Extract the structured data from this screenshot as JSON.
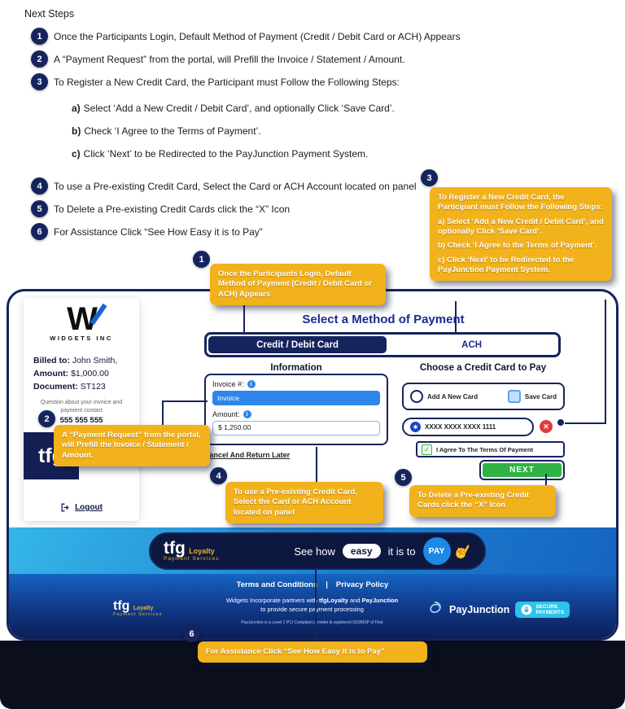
{
  "header": {
    "title": "Next Steps"
  },
  "steps": [
    {
      "num": "1",
      "text": "Once the Participants Login, Default Method of Payment (Credit / Debit Card or ACH) Appears"
    },
    {
      "num": "2",
      "text": "A “Payment Request” from the portal, will Prefill the Invoice / Statement / Amount."
    },
    {
      "num": "3",
      "text": "To Register a New Credit Card, the Participant must Follow the Following Steps:"
    },
    {
      "num": "4",
      "text": "To use a Pre-existing Credit Card, Select the Card or ACH Account located on panel"
    },
    {
      "num": "5",
      "text": "To Delete a Pre-existing Credit Cards click the “X” Icon"
    },
    {
      "num": "6",
      "text": "For Assistance Click “See How Easy it is to Pay”"
    }
  ],
  "substeps": [
    {
      "label": "a)",
      "text": "Select ‘Add a New Credit / Debit Card’, and optionally Click ‘Save Card’."
    },
    {
      "label": "b)",
      "text": "Check ‘I Agree to the Terms of Payment’."
    },
    {
      "label": "c)",
      "text": "Click ‘Next’ to be Redirected to the PayJunction Payment System."
    }
  ],
  "callouts": {
    "c1": {
      "num": "1",
      "text": "Once the Participants Login, Default Method of Payment (Credit / Debit Card or ACH) Appears"
    },
    "c2": {
      "num": "2",
      "text": "A “Payment Request” from the portal, will Prefill the Invoice / Statement / Amount."
    },
    "c3": {
      "num": "3",
      "p1": "To Register a New Credit Card, the Participant must Follow the Following Steps:",
      "p2": "a) Select ‘Add a New Credit / Debit Card’, and optionally Click ‘Save Card’.",
      "p3": "b) Check ‘I Agree to the Terms of Payment’.",
      "p4": "c) Click ‘Next’ to be Redirected to the PayJunction Payment System."
    },
    "c4": {
      "num": "4",
      "text": "To use a Pre-existing Credit Card, Select the Card or ACH Account located on panel"
    },
    "c5": {
      "num": "5",
      "text": "To Delete a Pre-existing Credit Cards click the “X” Icon"
    },
    "c6": {
      "num": "6",
      "text": "For Assistance Click “See How Easy it is to Pay”"
    }
  },
  "sidebar": {
    "logo_w": "W",
    "logo_name": "WIDGETS INC",
    "billed_label": "Billed to:",
    "billed_value": "John Smith,",
    "amount_label": "Amount:",
    "amount_value": "$1,000.00",
    "doc_label": "Document:",
    "doc_value": "ST123",
    "question_line1": "Question about your invoice and",
    "question_line2": "payment contact",
    "phone": "555 555 555",
    "tfg_square": "tfg",
    "logout": "Logout"
  },
  "payment": {
    "title": "Select a Method of Payment",
    "tabs": [
      {
        "label": "Credit / Debit Card"
      },
      {
        "label": "ACH"
      }
    ],
    "info_header": "Information",
    "invoice_label": "Invoice #:",
    "invoice_value": "Invoice",
    "amount_label": "Amount:",
    "amount_value": "$ 1,250.00",
    "cancel_link": "Cancel And Return Later",
    "choose_header": "Choose a Credit Card to Pay",
    "add_new_card": "Add A New Card",
    "save_card": "Save Card",
    "card_number": "XXXX XXXX XXXX 1111",
    "agree_label": "I Agree To The Terms Of Payment",
    "next_label": "NEXT"
  },
  "banner": {
    "tfg": "tfg",
    "loyalty": "Loyalty",
    "payment_services": "Payment Services",
    "see_how": "See how",
    "easy": "easy",
    "it_is_to": "it is to",
    "pay": "PAY"
  },
  "footer": {
    "terms": "Terms and Conditions",
    "sep": "|",
    "privacy": "Privacy Policy",
    "tfg": "tfg",
    "loyalty": "Loyalty",
    "payment_services": "Payment Services",
    "partner_pre": "Widgets Incorporate partners with",
    "partner_b1": "tfgLoyalty",
    "partner_and": "and",
    "partner_b2": "PayJunction",
    "partner_line2": "to provide secure payment processing",
    "fine_print": "PayJunction is a Level 1 PCI Compliant provider & registered ISO/MSP of First",
    "payjunction": "PayJunction",
    "secure1": "SECURE",
    "secure2": "PAYMENTS"
  },
  "icons": {
    "info": "i",
    "card_brand": "✱",
    "delete": "✕",
    "check": "✓",
    "hand": "☝"
  },
  "colors": {
    "navy": "#16245d",
    "gold": "#f2b21c",
    "blue": "#1b2a8f",
    "bright_blue": "#2e86ea",
    "green": "#2fb344",
    "red": "#e23b3b",
    "cyan": "#2cc3e9"
  }
}
